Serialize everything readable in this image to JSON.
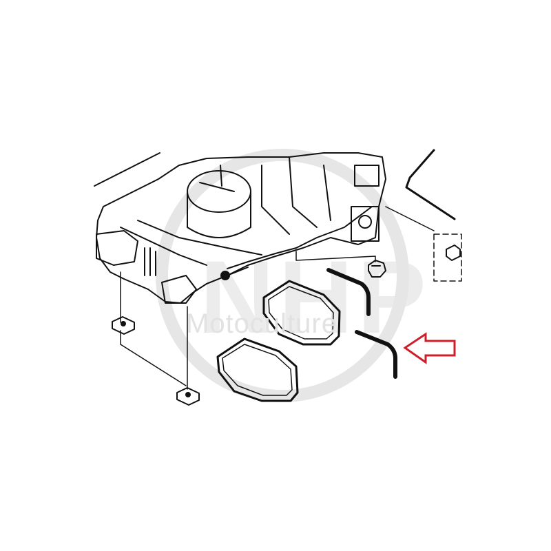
{
  "watermark": {
    "logo_text": "NHP",
    "brand_text": "Motoculture",
    "color": "#e0e0e0"
  },
  "diagram": {
    "type": "exploded-parts-diagram",
    "subject": "engine crankcase / blower housing assembly",
    "highlight_arrow_color": "#cc1f2a",
    "highlighted_part": "bent-tube-gasket",
    "parts": [
      {
        "id": "crankcase-housing"
      },
      {
        "id": "gasket-large-upper"
      },
      {
        "id": "gasket-large-lower"
      },
      {
        "id": "bent-tube-upper"
      },
      {
        "id": "bent-tube-lower"
      },
      {
        "id": "nut-right"
      },
      {
        "id": "nut-left-1"
      },
      {
        "id": "nut-left-2"
      },
      {
        "id": "wire-rod"
      },
      {
        "id": "dashed-box-part"
      }
    ]
  }
}
